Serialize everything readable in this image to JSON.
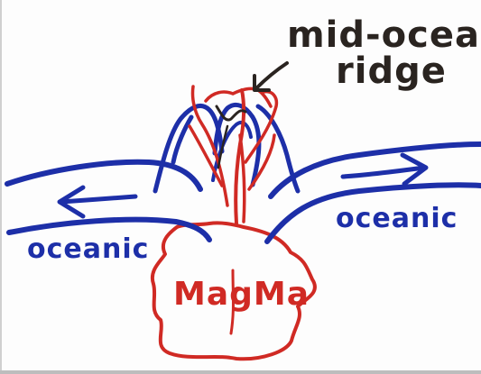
{
  "labels": {
    "title_line1": "mid-ocean",
    "title_line2": "ridge",
    "left_plate": "oceanic",
    "right_plate": "oceanic",
    "magma": "MagMa"
  },
  "colors": {
    "ink_dark": "#2a2420",
    "ink_blue": "#1d2fa8",
    "ink_red": "#d02a24",
    "background": "#fdfdfd"
  }
}
